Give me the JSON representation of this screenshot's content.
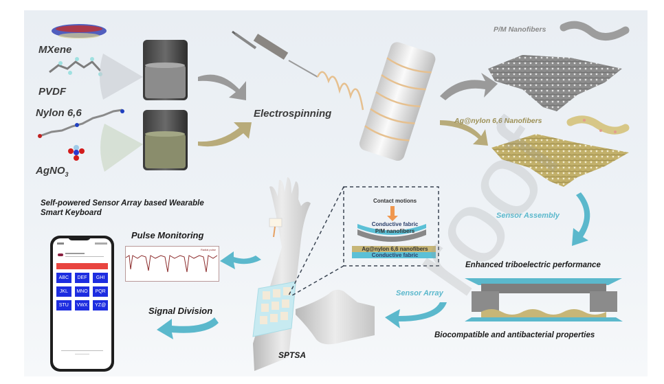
{
  "materials": {
    "mxene": "MXene",
    "pvdf": "PVDF",
    "nylon": "Nylon 6,6",
    "agno3_base": "AgNO",
    "agno3_sub": "3"
  },
  "process": {
    "electrospinning": "Electrospinning",
    "pm_nanofibers": "P/M Nanofibers",
    "ag_nanofibers": "Ag@nylon 6,6 Nanofibers",
    "sensor_assembly": "Sensor Assembly",
    "sensor_array": "Sensor Array",
    "signal_division": "Signal Division",
    "pulse_monitoring": "Pulse Monitoring",
    "sptsa": "SPTSA"
  },
  "properties": {
    "triboelectric": "Enhanced triboelectric performance",
    "biocompatible": "Biocompatible and antibacterial properties"
  },
  "application": {
    "title_line1": "Self-powered Sensor Array based Wearable",
    "title_line2": "Smart Keyboard"
  },
  "pulse_chart": {
    "legend": "Radial pulse"
  },
  "layer_stack": {
    "contact": "Contact motions",
    "layers": [
      "Conductive fabric",
      "P/M nanofibers",
      "Ag@nylon 6,6 nanofibers",
      "Conductive fabric"
    ]
  },
  "phone": {
    "keys": [
      "ABC",
      "DEF",
      "GHI",
      "JKL",
      "MNO",
      "PQR",
      "STU",
      "VWX",
      "YZ@"
    ]
  },
  "watermark": "roof",
  "colors": {
    "teal": "#5bb8cc",
    "gray_arrow": "#9a9a9a",
    "tan_arrow": "#b8ab7a",
    "pm_fiber": "#8c8c8c",
    "ag_fiber": "#c2b06a",
    "fiber_thread": "#e6c08f",
    "key_blue": "#1d2de0",
    "red_bar": "#e8443f",
    "pulse_line": "#8b2a2a"
  }
}
